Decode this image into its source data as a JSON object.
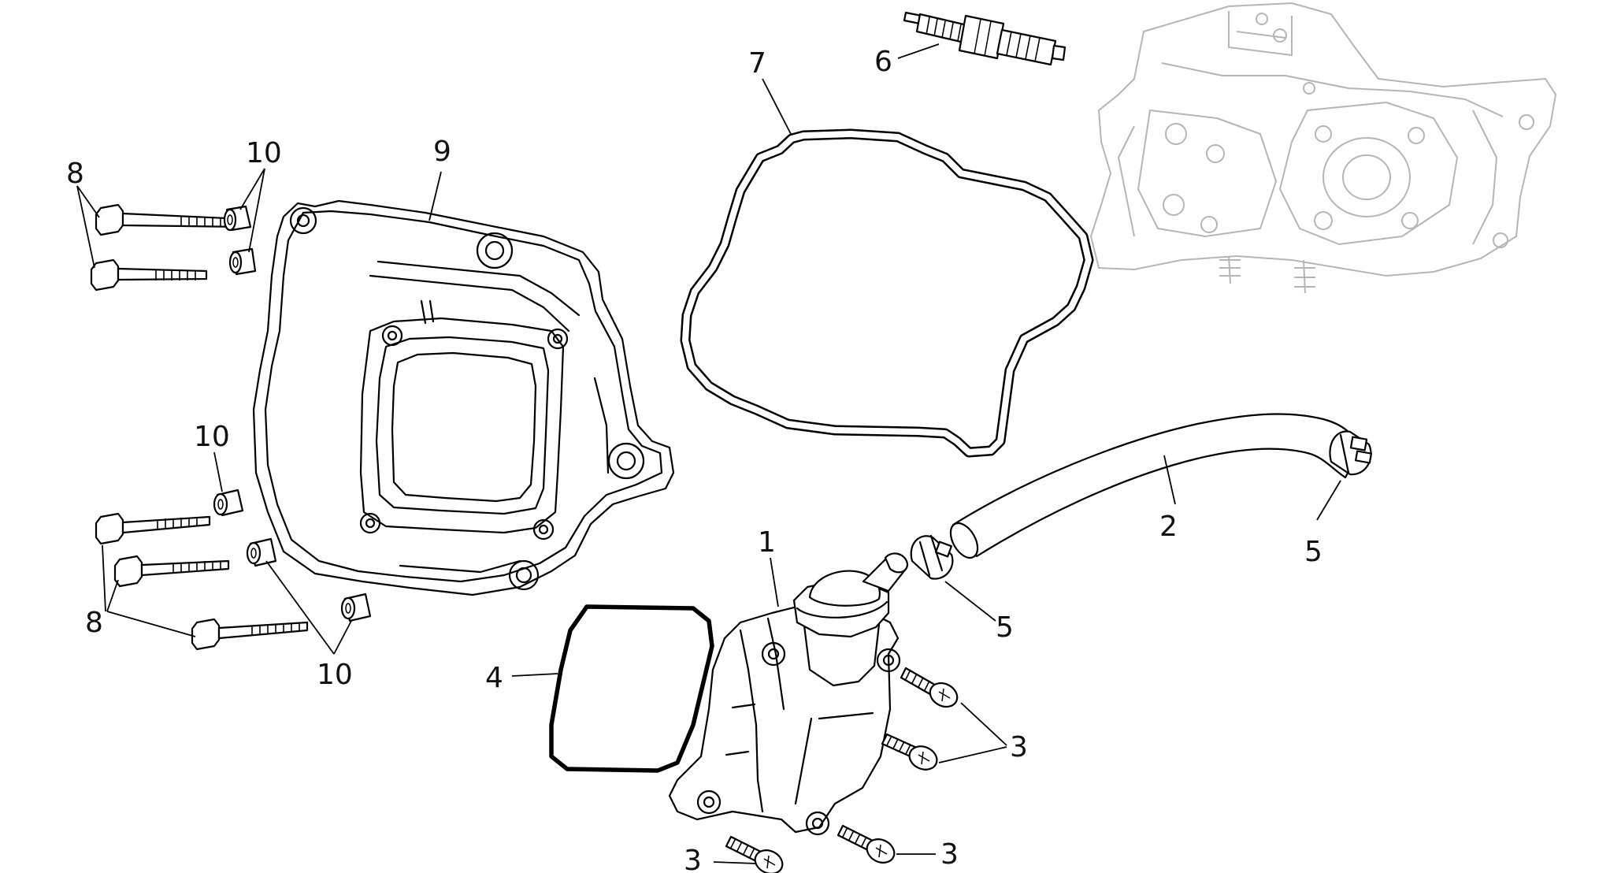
{
  "callouts": {
    "c1": "1",
    "c2": "2",
    "c3a": "3",
    "c3b": "3",
    "c3c": "3",
    "c4": "4",
    "c5a": "5",
    "c5b": "5",
    "c6": "6",
    "c7": "7",
    "c8a": "8",
    "c8b": "8",
    "c9": "9",
    "c10a": "10",
    "c10b": "10",
    "c10c": "10"
  },
  "colors": {
    "line": "#000000",
    "ghost_line": "#b5b5b5",
    "background": "#ffffff"
  }
}
